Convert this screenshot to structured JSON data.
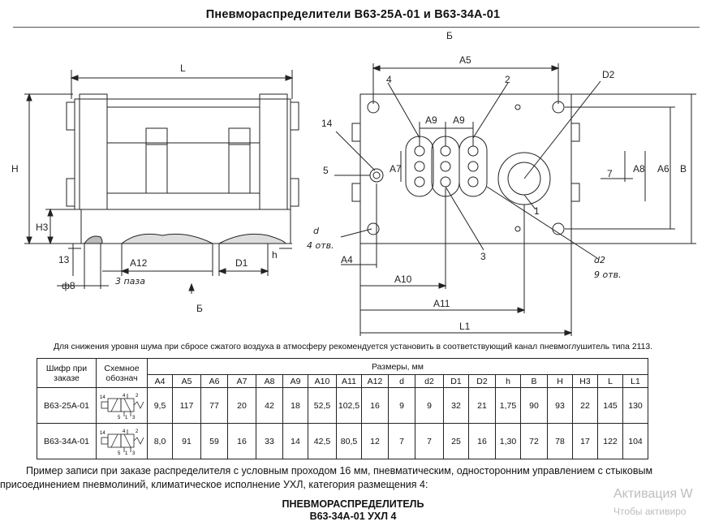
{
  "title": "Пневмораспределители В63-25А-01 и В63-34А-01",
  "drawing": {
    "view_label_top": "Б",
    "view_label_bottom": "Б",
    "dims": {
      "L": "L",
      "H": "H",
      "H3": "H3",
      "d8": "ф8",
      "d13": "13",
      "A12": "A12",
      "D1": "D1",
      "h": "h",
      "three_grooves": "3 паза",
      "A5": "A5",
      "D2": "D2",
      "A9a": "A9",
      "A9b": "A9",
      "A7": "A7",
      "A8": "A8",
      "A6": "A6",
      "B": "B",
      "five": "5",
      "seven": "7",
      "d": "d",
      "d_holes": "4 отв.",
      "A4": "A4",
      "A10": "A10",
      "A11": "A11",
      "L1": "L1",
      "d2": "d2",
      "d2_holes": "9 отв.",
      "callout_1": "1",
      "callout_2": "2",
      "callout_3": "3",
      "callout_4": "4",
      "callout_14": "14"
    }
  },
  "note": "Для снижения уровня шума при сбросе сжатого воздуха в атмосферу рекомендуется установить в соответствующий канал пневмоглушитель типа 2113.",
  "table": {
    "col_code": "Шифр при заказе",
    "col_scheme": "Схемное обознач",
    "col_sizes": "Размеры, мм",
    "size_headers": [
      "A4",
      "A5",
      "A6",
      "A7",
      "A8",
      "A9",
      "A10",
      "A11",
      "A12",
      "d",
      "d2",
      "D1",
      "D2",
      "h",
      "B",
      "H",
      "H3",
      "L",
      "L1"
    ],
    "rows": [
      {
        "code": "В63-25А-01",
        "values": [
          "9,5",
          "117",
          "77",
          "20",
          "42",
          "18",
          "52,5",
          "102,5",
          "16",
          "9",
          "9",
          "32",
          "21",
          "1,75",
          "90",
          "93",
          "22",
          "145",
          "130"
        ]
      },
      {
        "code": "В63-34А-01",
        "values": [
          "8,0",
          "91",
          "59",
          "16",
          "33",
          "14",
          "42,5",
          "80,5",
          "12",
          "7",
          "7",
          "25",
          "16",
          "1,30",
          "72",
          "78",
          "17",
          "122",
          "104"
        ]
      }
    ],
    "symbol_labels": {
      "p14": "14",
      "p4": "4",
      "p2": "2",
      "p5": "5",
      "p1": "1",
      "p3": "3"
    }
  },
  "example_line1": "Пример записи при заказе распределителя с условным проходом 16 мм, пневматическим, односторонним управлением с стыковым",
  "example_line2": "присоединением пневмолиний, климатическое исполнение УХЛ, категория размещения 4:",
  "order_title": "ПНЕВМОРАСПРЕДЕЛИТЕЛЬ",
  "order_code": "В63-34А-01  УХЛ 4",
  "watermark": {
    "line1": "Активация W",
    "line2": "Чтобы активиро"
  }
}
